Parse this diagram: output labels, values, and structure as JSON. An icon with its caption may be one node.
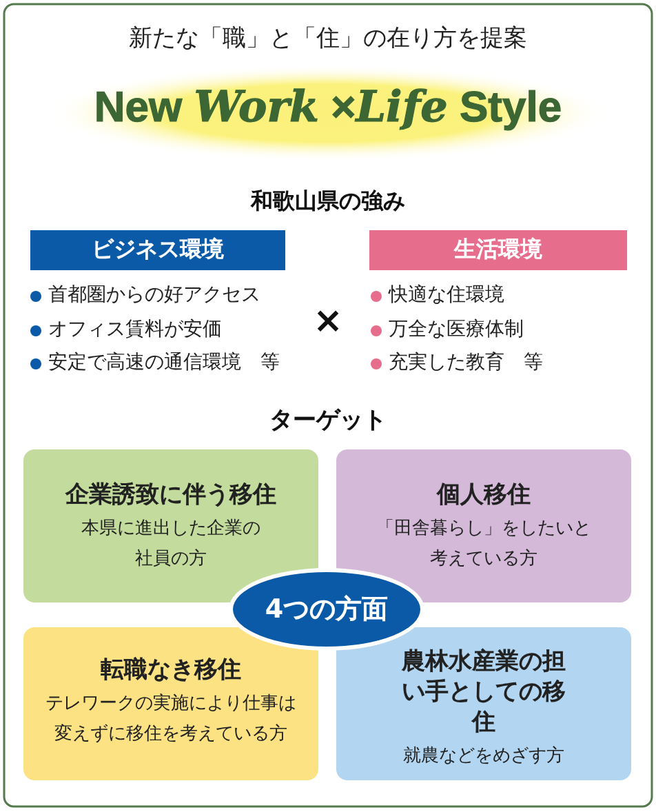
{
  "diagram": {
    "title": "新たな「職」と「住」の在り方を提案",
    "nodes": [
      {
        "text": [
          "ビジネス環境"
        ]
      },
      {
        "text": [
          "生活環境"
        ]
      },
      {
        "text": [
          "企業誘致に伴う移住",
          "本県に進出した企業の社員の方"
        ]
      },
      {
        "text": [
          "個人移住",
          "「田舎暮らし」をしたいと考えている方"
        ]
      },
      {
        "text": [
          "4つの方面"
        ]
      },
      {
        "text": [
          "転職なき移住",
          "テレワークの実施により仕事は変えずに移住を考えている方"
        ]
      },
      {
        "text": [
          "農林水産業の担い手としての移住",
          "就農などをめざす方"
        ]
      }
    ],
    "labels": [
      "New *Work* ×*Life* Style",
      "和歌山県の強み",
      "首都圏からの好アクセス",
      "オフィス賃料が安価",
      "安定で高速の通信環境　等",
      "×",
      "快適な住環境",
      "万全な医療体制",
      "充実した教育　等",
      "ターゲット"
    ]
  }
}
